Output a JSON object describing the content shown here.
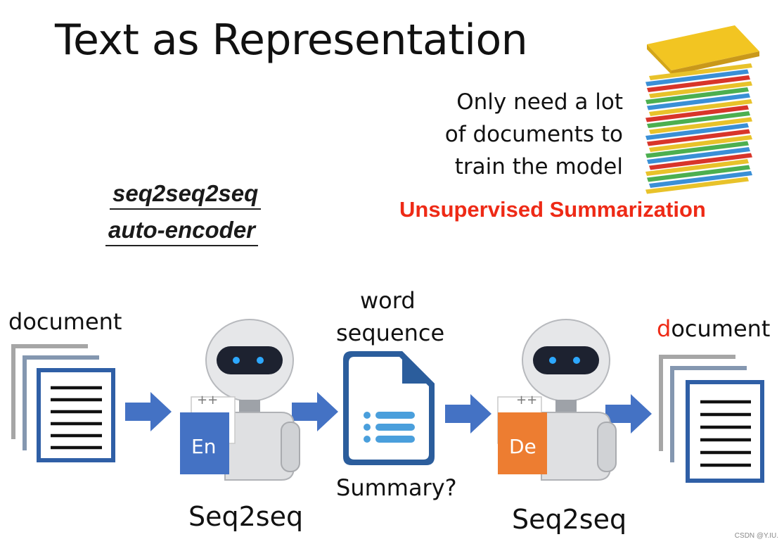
{
  "title": "Text as Representation",
  "note_lines": [
    "Only need a lot",
    "of documents to",
    "train the model"
  ],
  "unsupervised_label": "Unsupervised Summarization",
  "method_lines": [
    "seq2seq2seq",
    "auto-encoder"
  ],
  "input_doc_label": "document",
  "output_doc_label_first": "d",
  "output_doc_label_rest": "ocument",
  "word_sequence_lines": [
    "word",
    "sequence"
  ],
  "summary_label": "Summary?",
  "encoder": {
    "box_label": "En",
    "model_label": "Seq2seq"
  },
  "decoder": {
    "box_label": "De",
    "model_label": "Seq2seq"
  },
  "watermark": "CSDN @Y.IU.",
  "colors": {
    "arrow": "#4472c4",
    "encoder": "#4472c4",
    "decoder": "#ed7d31",
    "accent_red": "#ee2a16",
    "doc_frame": "#2f5fa6"
  }
}
